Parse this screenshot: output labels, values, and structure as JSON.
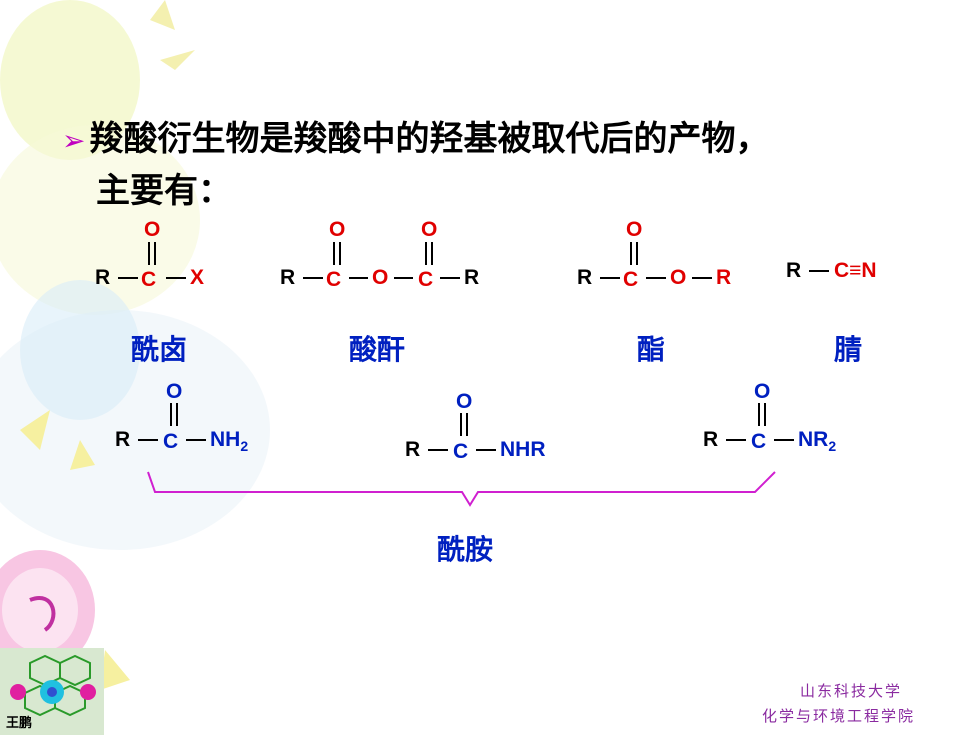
{
  "title": {
    "line1": "羧酸衍生物是羧酸中的羟基被取代后的产物，",
    "line2": "主要有："
  },
  "structures": {
    "acyl_halide": {
      "r": "R",
      "c": "C",
      "o": "O",
      "x": "X",
      "name": "酰卤"
    },
    "anhydride": {
      "r1": "R",
      "c1": "C",
      "o1": "O",
      "obridge": "O",
      "c2": "C",
      "o2": "O",
      "r2": "R",
      "name": "酸酐"
    },
    "ester": {
      "r1": "R",
      "c": "C",
      "o": "O",
      "oalk": "O",
      "r2": "R",
      "name": "酯"
    },
    "nitrile": {
      "r": "R",
      "cn": "C≡N",
      "name": "腈"
    },
    "amide1": {
      "r": "R",
      "c": "C",
      "o": "O",
      "n": "NH",
      "sub": "2"
    },
    "amide2": {
      "r": "R",
      "c": "C",
      "o": "O",
      "n": "NHR"
    },
    "amide3": {
      "r": "R",
      "c": "C",
      "o": "O",
      "n": "NR",
      "sub": "2"
    },
    "amide_name": "酰胺"
  },
  "footer": {
    "line1": "山东科技大学",
    "line2": "化学与环境工程学院"
  },
  "logo_text": "王鹏",
  "colors": {
    "accent_red": "#e00000",
    "accent_blue": "#0020c0",
    "bracket": "#d020d0"
  }
}
